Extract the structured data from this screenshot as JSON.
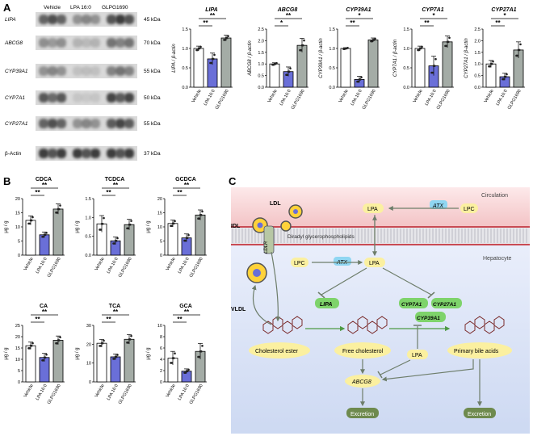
{
  "panels": {
    "a_label": "A",
    "b_label": "B",
    "c_label": "C"
  },
  "western_blot": {
    "lanes": [
      "Vehicle",
      "LPA 16:0",
      "GLPG1690"
    ],
    "rows": [
      {
        "name": "LIPA",
        "kda": "45 kDa",
        "italic": true,
        "intensity": [
          0.75,
          0.45,
          0.85
        ]
      },
      {
        "name": "ABCG8",
        "kda": "70 kDa",
        "italic": true,
        "intensity": [
          0.4,
          0.2,
          0.55
        ]
      },
      {
        "name": "CYP39A1",
        "kda": "55 kDa",
        "italic": true,
        "intensity": [
          0.45,
          0.15,
          0.55
        ]
      },
      {
        "name": "CYP7A1",
        "kda": "50 kDa",
        "italic": true,
        "intensity": [
          0.7,
          0.1,
          0.8
        ]
      },
      {
        "name": "CYP27A1",
        "kda": "55 kDa",
        "italic": true,
        "intensity": [
          0.75,
          0.45,
          0.8
        ]
      },
      {
        "name": "β-Actin",
        "kda": "37 kDa",
        "italic": false,
        "intensity": [
          0.85,
          0.85,
          0.85
        ]
      }
    ]
  },
  "colors": {
    "vehicle": "#ffffff",
    "lpa": "#6a6fd8",
    "glpg": "#a4aca6",
    "circulation": "#f6dcdc",
    "hepatocyte": "#dde7f7",
    "green_node": "#7ed36b",
    "atx": "#8fd6f2",
    "yellow_node": "#fbf0a0"
  },
  "chart_data": [
    {
      "type": "bar",
      "title": "LIPA",
      "ylabel": "LIPA / β-actin",
      "categories": [
        "Vehicle",
        "LPA 16:0",
        "GLPG1690"
      ],
      "values": [
        1.0,
        0.73,
        1.27
      ],
      "errors": [
        0.06,
        0.15,
        0.07
      ],
      "ylim": [
        0,
        1.5
      ],
      "yticks": [
        "0.0",
        "0.5",
        "1.0",
        "1.5"
      ],
      "sig": [
        {
          "from": 0,
          "to": 1,
          "label": "**"
        },
        {
          "from": 0,
          "to": 2,
          "label": "**"
        }
      ]
    },
    {
      "type": "bar",
      "title": "ABCG8",
      "ylabel": "ABCG8 / β-actin",
      "categories": [
        "Vehicle",
        "LPA 16:0",
        "GLPG1690"
      ],
      "values": [
        1.0,
        0.67,
        1.8
      ],
      "errors": [
        0.05,
        0.2,
        0.3
      ],
      "ylim": [
        0,
        2.5
      ],
      "yticks": [
        "0.0",
        "0.5",
        "1.0",
        "1.5",
        "2.0",
        "2.5"
      ],
      "sig": [
        {
          "from": 0,
          "to": 1,
          "label": "*"
        },
        {
          "from": 0,
          "to": 2,
          "label": "**"
        }
      ]
    },
    {
      "type": "bar",
      "title": "CYP39A1",
      "ylabel": "CYP39A1 / β-actin",
      "categories": [
        "Vehicle",
        "LPA 16:0",
        "GLPG1690"
      ],
      "values": [
        1.0,
        0.2,
        1.22
      ],
      "errors": [
        0.02,
        0.08,
        0.05
      ],
      "ylim": [
        0,
        1.5
      ],
      "yticks": [
        "0.0",
        "0.5",
        "1.0",
        "1.5"
      ],
      "sig": [
        {
          "from": 0,
          "to": 1,
          "label": "**"
        },
        {
          "from": 0,
          "to": 2,
          "label": "*"
        }
      ]
    },
    {
      "type": "bar",
      "title": "CYP7A1",
      "ylabel": "CYP7A1 / β-actin",
      "categories": [
        "Vehicle",
        "LPA 16:0",
        "GLPG1690"
      ],
      "values": [
        1.0,
        0.55,
        1.17
      ],
      "errors": [
        0.06,
        0.25,
        0.15
      ],
      "ylim": [
        0,
        1.5
      ],
      "yticks": [
        "0.0",
        "0.5",
        "1.0",
        "1.5"
      ],
      "sig": [
        {
          "from": 0,
          "to": 1,
          "label": "**"
        },
        {
          "from": 0,
          "to": 2,
          "label": "*"
        }
      ]
    },
    {
      "type": "bar",
      "title": "CYP27A1",
      "ylabel": "CYP27A1 / β-actin",
      "categories": [
        "Vehicle",
        "LPA 16:0",
        "GLPG1690"
      ],
      "values": [
        1.0,
        0.45,
        1.6
      ],
      "errors": [
        0.15,
        0.15,
        0.35
      ],
      "ylim": [
        0,
        2.5
      ],
      "yticks": [
        "0.0",
        "0.5",
        "1.0",
        "1.5",
        "2.0",
        "2.5"
      ],
      "sig": [
        {
          "from": 0,
          "to": 1,
          "label": "**"
        },
        {
          "from": 0,
          "to": 2,
          "label": "*"
        }
      ]
    },
    {
      "type": "bar",
      "title": "CDCA",
      "ylabel": "μg / g",
      "categories": [
        "Vehicle",
        "LPA 16:0",
        "GLPG1690"
      ],
      "values": [
        12.3,
        7.2,
        16.3
      ],
      "errors": [
        1.6,
        1.0,
        1.8
      ],
      "ylim": [
        0,
        20
      ],
      "yticks": [
        "0",
        "5",
        "10",
        "15",
        "20"
      ],
      "sig": [
        {
          "from": 0,
          "to": 1,
          "label": "**"
        },
        {
          "from": 0,
          "to": 2,
          "label": "**"
        }
      ]
    },
    {
      "type": "bar",
      "title": "TCDCA",
      "ylabel": "μg / g",
      "categories": [
        "Vehicle",
        "LPA 16:0",
        "GLPG1690"
      ],
      "values": [
        0.83,
        0.38,
        0.81
      ],
      "errors": [
        0.22,
        0.1,
        0.14
      ],
      "ylim": [
        0,
        1.5
      ],
      "yticks": [
        "0.0",
        "0.5",
        "1.0",
        "1.5"
      ],
      "sig": [
        {
          "from": 0,
          "to": 1,
          "label": "**"
        },
        {
          "from": 0,
          "to": 2,
          "label": "**"
        }
      ]
    },
    {
      "type": "bar",
      "title": "GCDCA",
      "ylabel": "μg / g",
      "categories": [
        "Vehicle",
        "LPA 16:0",
        "GLPG1690"
      ],
      "values": [
        11.2,
        6.1,
        14.2
      ],
      "errors": [
        1.2,
        1.4,
        1.8
      ],
      "ylim": [
        0,
        20
      ],
      "yticks": [
        "0",
        "5",
        "10",
        "15",
        "20"
      ],
      "sig": [
        {
          "from": 0,
          "to": 1,
          "label": "**"
        },
        {
          "from": 0,
          "to": 2,
          "label": "**"
        }
      ]
    },
    {
      "type": "bar",
      "title": "CA",
      "ylabel": "μg / g",
      "categories": [
        "Vehicle",
        "LPA 16:0",
        "GLPG1690"
      ],
      "values": [
        16.0,
        10.8,
        18.4
      ],
      "errors": [
        1.6,
        1.8,
        1.9
      ],
      "ylim": [
        0,
        25
      ],
      "yticks": [
        "0",
        "5",
        "10",
        "15",
        "20",
        "25"
      ],
      "sig": [
        {
          "from": 0,
          "to": 1,
          "label": "**"
        },
        {
          "from": 0,
          "to": 2,
          "label": "**"
        }
      ]
    },
    {
      "type": "bar",
      "title": "TCA",
      "ylabel": "μg / g",
      "categories": [
        "Vehicle",
        "LPA 16:0",
        "GLPG1690"
      ],
      "values": [
        20.5,
        13.3,
        22.6
      ],
      "errors": [
        2.0,
        1.5,
        2.5
      ],
      "ylim": [
        0,
        30
      ],
      "yticks": [
        "0",
        "10",
        "20",
        "30"
      ],
      "sig": [
        {
          "from": 0,
          "to": 1,
          "label": "**"
        },
        {
          "from": 0,
          "to": 2,
          "label": "**"
        }
      ]
    },
    {
      "type": "bar",
      "title": "GCA",
      "ylabel": "μg / g",
      "categories": [
        "Vehicle",
        "LPA 16:0",
        "GLPG1690"
      ],
      "values": [
        4.2,
        1.9,
        5.4
      ],
      "errors": [
        1.2,
        0.4,
        1.4
      ],
      "ylim": [
        0,
        10
      ],
      "yticks": [
        "0",
        "2",
        "4",
        "6",
        "8",
        "10"
      ],
      "sig": [
        {
          "from": 0,
          "to": 1,
          "label": "**"
        },
        {
          "from": 0,
          "to": 2,
          "label": "**"
        }
      ]
    }
  ],
  "diagram": {
    "circulation": "Circulation",
    "hepatocyte": "Hepatocyte",
    "diradyl": "Diradyl glycerophospholipids",
    "ldl": "LDL",
    "idl": "IDL",
    "vldl": "VLDL",
    "ldlr": "LDLR",
    "lpa": "LPA",
    "lpc": "LPC",
    "atx": "ATX",
    "lipa": "LIPA",
    "cyp7a1": "CYP7A1",
    "cyp27a1": "CYP27A1",
    "cyp39a1": "CYP39A1",
    "abcg8": "ABCG8",
    "cholesterol_ester": "Cholesterol ester",
    "free_cholesterol": "Free cholesterol",
    "primary_bile_acids": "Primary bile acids",
    "excretion": "Excretion"
  }
}
